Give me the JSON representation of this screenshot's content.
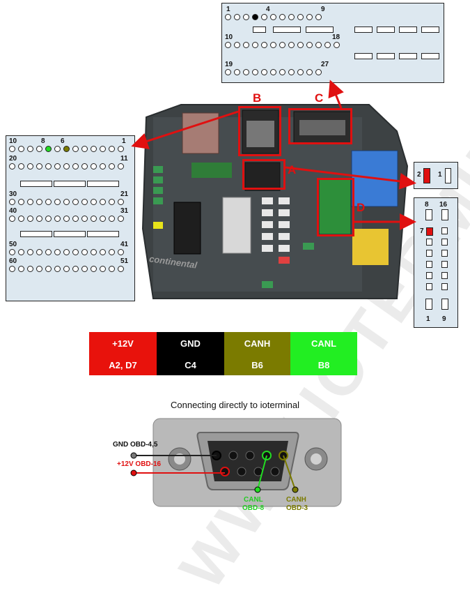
{
  "connector_c": {
    "pin_labels": [
      "1",
      "4",
      "9",
      "10",
      "18",
      "19",
      "27"
    ]
  },
  "connector_b_left": {
    "pin_labels": [
      "10",
      "8",
      "6",
      "1",
      "20",
      "11",
      "30",
      "21",
      "40",
      "31",
      "50",
      "41",
      "60",
      "51"
    ]
  },
  "connector_a": {
    "pin_labels": [
      "2",
      "1"
    ]
  },
  "connector_d": {
    "pin_labels": [
      "8",
      "16",
      "7",
      "1",
      "9"
    ]
  },
  "callouts": {
    "a": "A",
    "b": "B",
    "c": "C",
    "d": "D"
  },
  "device": {
    "brand_text": "continental"
  },
  "wiring_table": {
    "header": [
      "+12V",
      "GND",
      "CANH",
      "CANL"
    ],
    "row": [
      "A2, D7",
      "C4",
      "B6",
      "B8"
    ],
    "colors": [
      "#e8120c",
      "#000000",
      "#7b7b00",
      "#22ee22"
    ]
  },
  "bottom": {
    "title": "Connecting directly to ioterminal",
    "labels": {
      "gnd": "GND OBD-4,5",
      "v12": "+12V OBD-16",
      "canl_1": "CANL",
      "canl_2": "OBD-8",
      "canh_1": "CANH",
      "canh_2": "OBD-3"
    }
  },
  "watermark": "WWW.IOTERMINAL.COM"
}
